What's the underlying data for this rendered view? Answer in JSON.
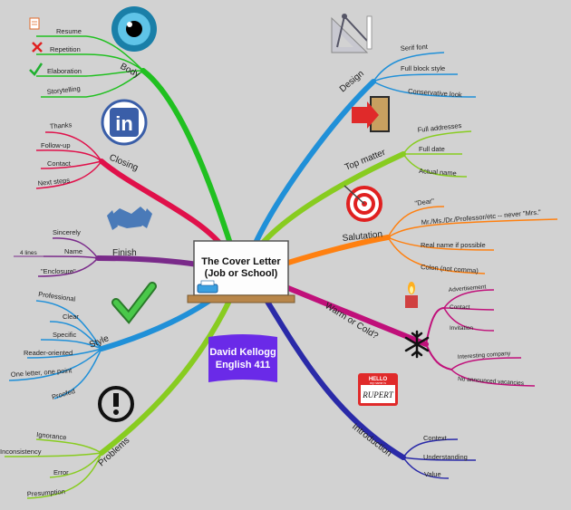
{
  "center": {
    "line1": "The Cover Letter",
    "line2": "(Job or School)"
  },
  "author": {
    "line1": "David Kellogg",
    "line2": "English 411"
  },
  "branches": {
    "body": {
      "label": "Body",
      "color": "#20c020",
      "items": [
        "Resume",
        "Repetition",
        "Elaboration",
        "Storytelling"
      ]
    },
    "closing": {
      "label": "Closing",
      "color": "#e0104a",
      "items": [
        "Thanks",
        "Follow-up",
        "Contact",
        "Next steps"
      ]
    },
    "finish": {
      "label": "Finish",
      "color": "#7a2a8a",
      "items": [
        "Sincerely",
        "Name",
        "\"Enclosure\""
      ],
      "name_sub": "4 lines"
    },
    "style": {
      "label": "Style",
      "color": "#2090d8",
      "items": [
        "Professional",
        "Clear",
        "Specific",
        "Reader-oriented",
        "One letter, one point",
        "Proofed"
      ]
    },
    "problems": {
      "label": "Problems",
      "color": "#88cc20",
      "items": [
        "Ignorance",
        "Inconsistency",
        "Error",
        "Presumption"
      ]
    },
    "design": {
      "label": "Design",
      "color": "#2090d8",
      "items": [
        "Serif font",
        "Full block style",
        "Conservative look"
      ]
    },
    "top_matter": {
      "label": "Top matter",
      "color": "#88cc20",
      "items": [
        "Full addresses",
        "Full date",
        "Actual name"
      ]
    },
    "salutation": {
      "label": "Salutation",
      "color": "#ff8010",
      "items": [
        "\"Dear\"",
        "Mr./Ms./Dr./Professor/etc -- never \"Mrs.\"",
        "Real name if possible",
        "Colon (not comma)"
      ]
    },
    "warm_or_cold": {
      "label": "Warm or Cold?",
      "color": "#c0107a",
      "warm_items": [
        "Advertisement",
        "Contact",
        "Invitation"
      ],
      "cold_items": [
        "Interesting company",
        "No announced vacancies"
      ]
    },
    "introduction": {
      "label": "Introduction",
      "color": "#2a2aa8",
      "items": [
        "Context",
        "Understanding",
        "Value"
      ]
    }
  },
  "icons": {
    "eye": "eye-icon",
    "document": "document-icon",
    "red_x": "red-x-icon",
    "checkmark": "checkmark-icon",
    "linkedin": "linkedin-icon",
    "handshake": "handshake-icon",
    "big_check": "big-check-icon",
    "exclamation": "exclamation-icon",
    "drafting": "drafting-tools-icon",
    "door": "door-exit-icon",
    "target": "target-icon",
    "candle": "candle-icon",
    "snowflake": "snowflake-icon",
    "name_tag": "name-tag-icon",
    "hello": "HELLO",
    "my_name_is": "my name is",
    "rupert": "RUPERT",
    "linkedin_text": "in"
  }
}
